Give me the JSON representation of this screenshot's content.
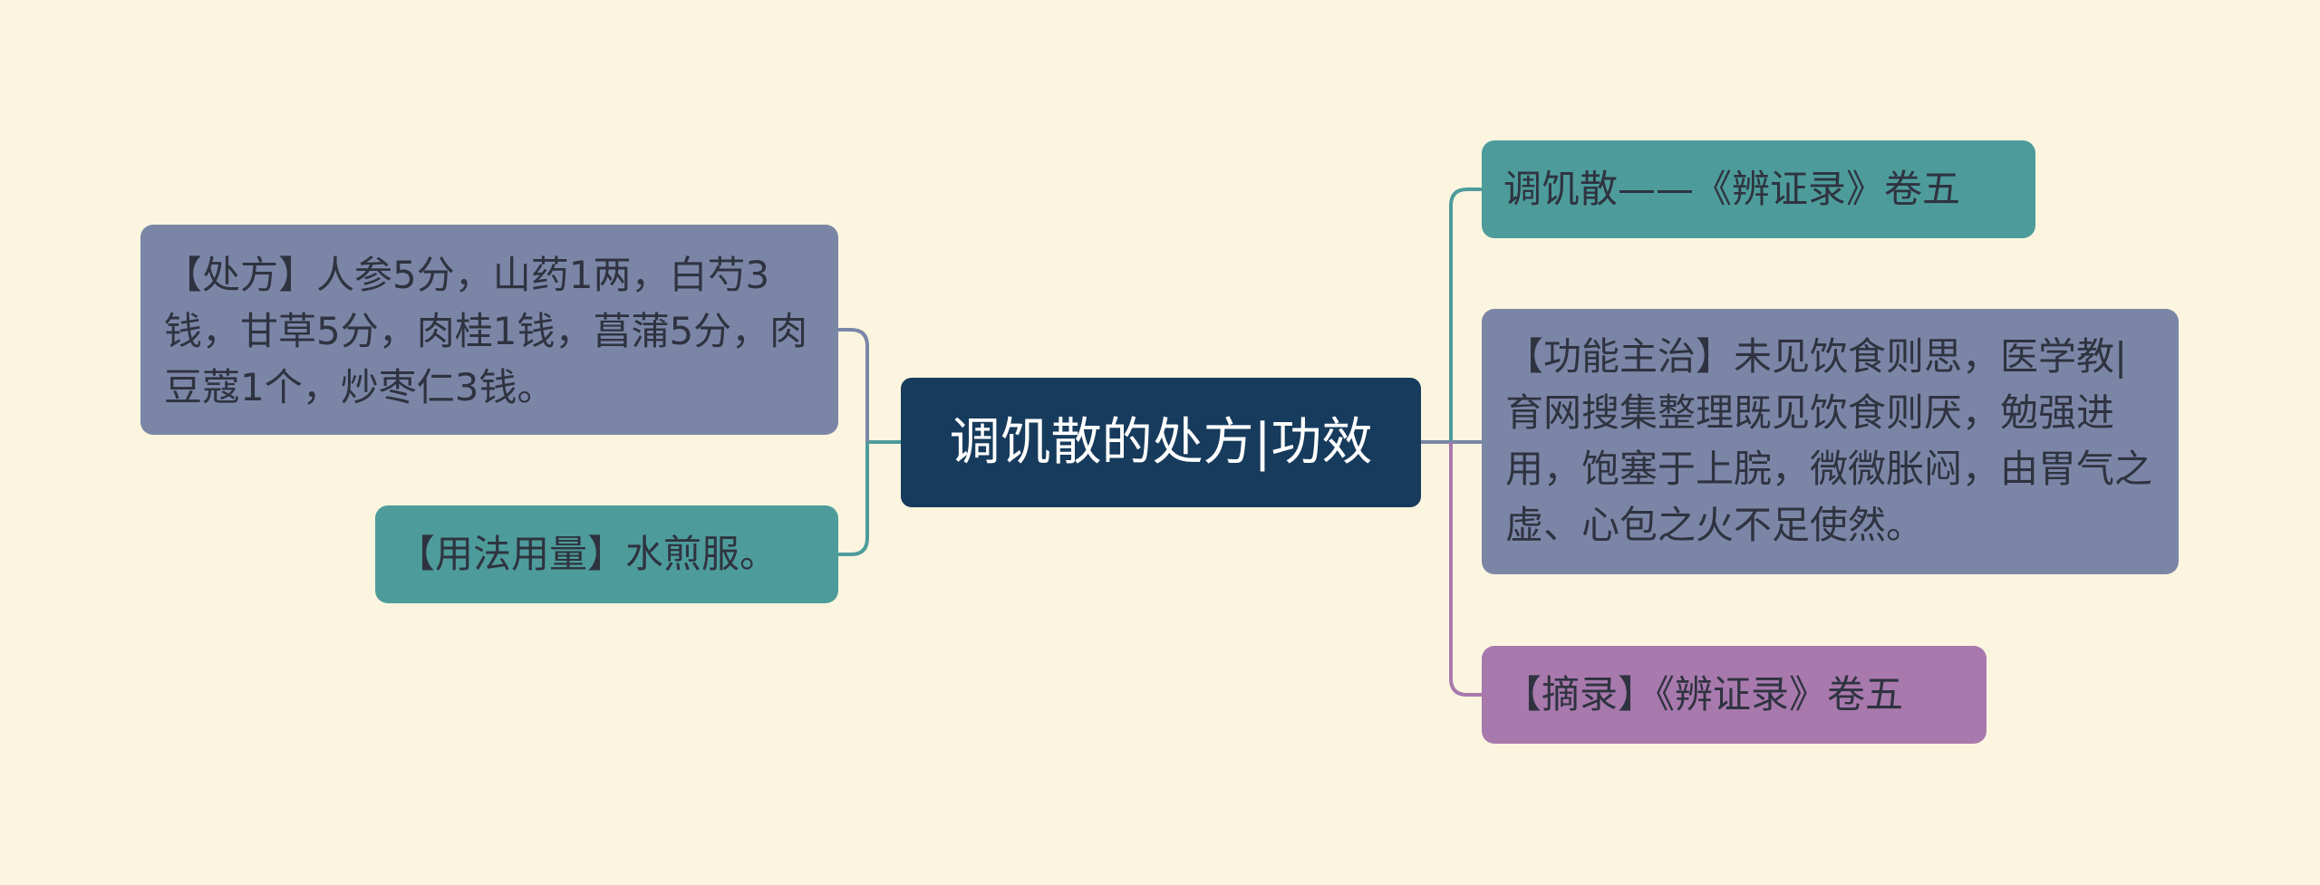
{
  "diagram": {
    "center": {
      "label": "调饥散的处方|功效"
    },
    "left_nodes": [
      {
        "label": "【处方】人参5分，山药1两，白芍3钱，甘草5分，肉桂1钱，菖蒲5分，肉豆蔻1个，炒枣仁3钱。"
      },
      {
        "label": "【用法用量】水煎服。"
      }
    ],
    "right_nodes": [
      {
        "label": "调饥散——《辨证录》卷五"
      },
      {
        "label": "【功能主治】未见饮食则思，医学教|育网搜集整理既见饮食则厌，勉强进用，饱塞于上脘，微微胀闷，由胃气之虚、心包之火不足使然。"
      },
      {
        "label": "【摘录】《辨证录》卷五"
      }
    ]
  },
  "colors": {
    "background": "#fbf5df",
    "center_node": "#173b5c",
    "slate_node": "#7b86a7",
    "teal_node": "#4d9c9b",
    "purple_node": "#a879ad",
    "connector_teal": "#4d9c9b",
    "connector_slate": "#7b86a7",
    "connector_purple": "#a879ad"
  }
}
